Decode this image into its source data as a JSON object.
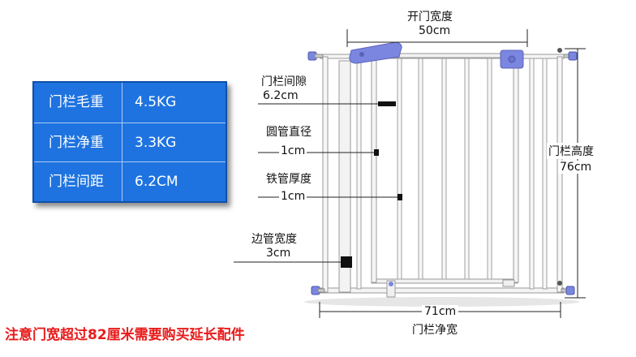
{
  "spec_table": {
    "rows": [
      {
        "label": "门栏毛重",
        "value": "4.5KG"
      },
      {
        "label": "门栏净重",
        "value": "3.3KG"
      },
      {
        "label": "门栏间距",
        "value": "6.2CM"
      }
    ]
  },
  "dimensions": {
    "opening_title": "开门宽度",
    "opening_value": "50cm",
    "gap_title": "门栏间隙",
    "gap_value": "6.2cm",
    "round_tube_title": "圆管直径",
    "round_tube_value": "1cm",
    "iron_tube_title": "铁管厚度",
    "iron_tube_value": "1cm",
    "side_tube_title": "边管宽度",
    "side_tube_value": "3cm",
    "height_title": "门栏高度",
    "height_value": "76cm",
    "width_value": "71cm",
    "width_title": "门栏净宽"
  },
  "notice": "注意门宽超过82厘米需要购买延长配件",
  "colors": {
    "table_blue": "#1e73e0",
    "notice_red": "#e81a1a",
    "gate_blue": "#7b86e0"
  }
}
